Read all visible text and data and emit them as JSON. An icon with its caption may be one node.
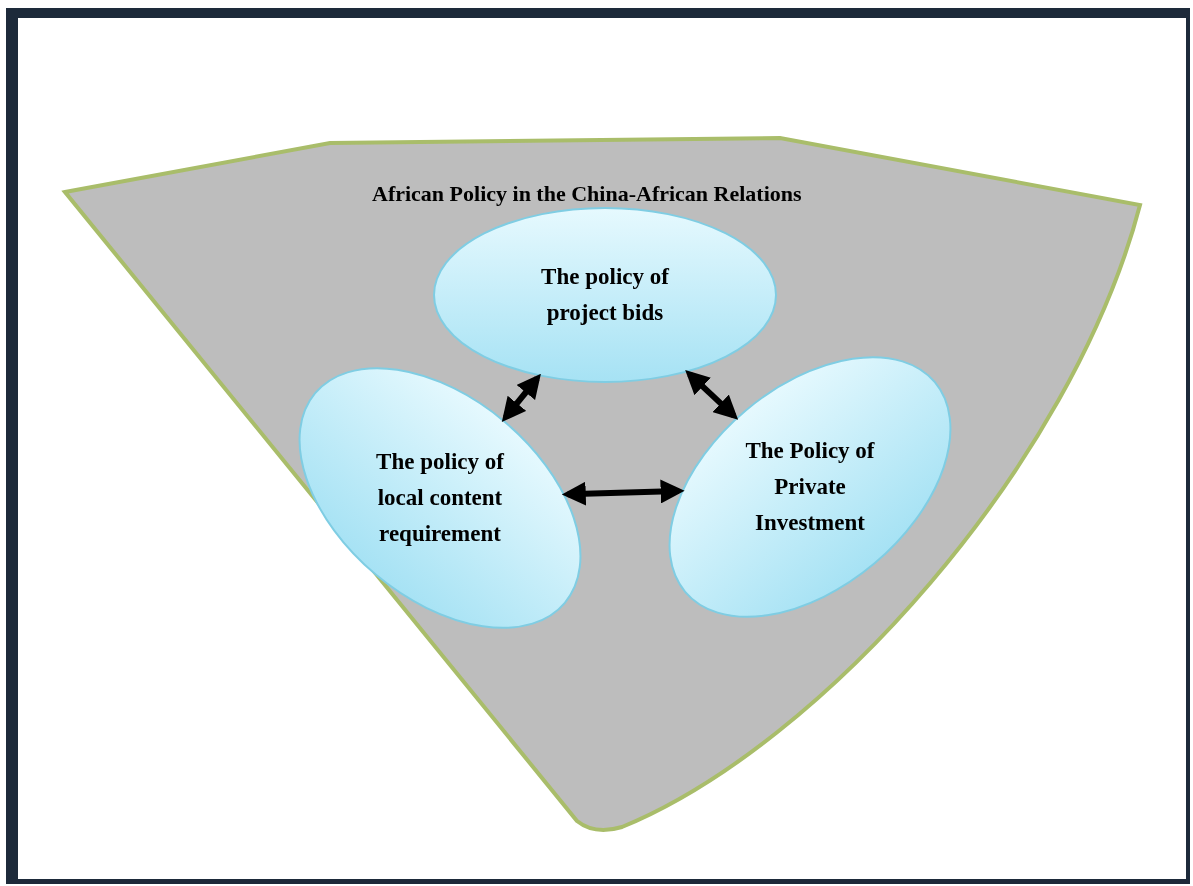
{
  "diagram": {
    "nodes": [
      {
        "text": [
          "African Policy in the China-African Relations"
        ]
      },
      {
        "text": [
          "The policy of project bids"
        ],
        "in": 0
      },
      {
        "text": [
          "The Policy of Private Investment"
        ],
        "in": 0
      },
      {
        "text": [
          "The policy of local content requirement"
        ],
        "in": 0
      }
    ],
    "edges": [
      {
        "from": 3,
        "to": 1,
        "arrow": "both"
      },
      {
        "from": 1,
        "to": 2,
        "arrow": "both"
      },
      {
        "from": 3,
        "to": 2,
        "arrow": "both"
      }
    ]
  }
}
